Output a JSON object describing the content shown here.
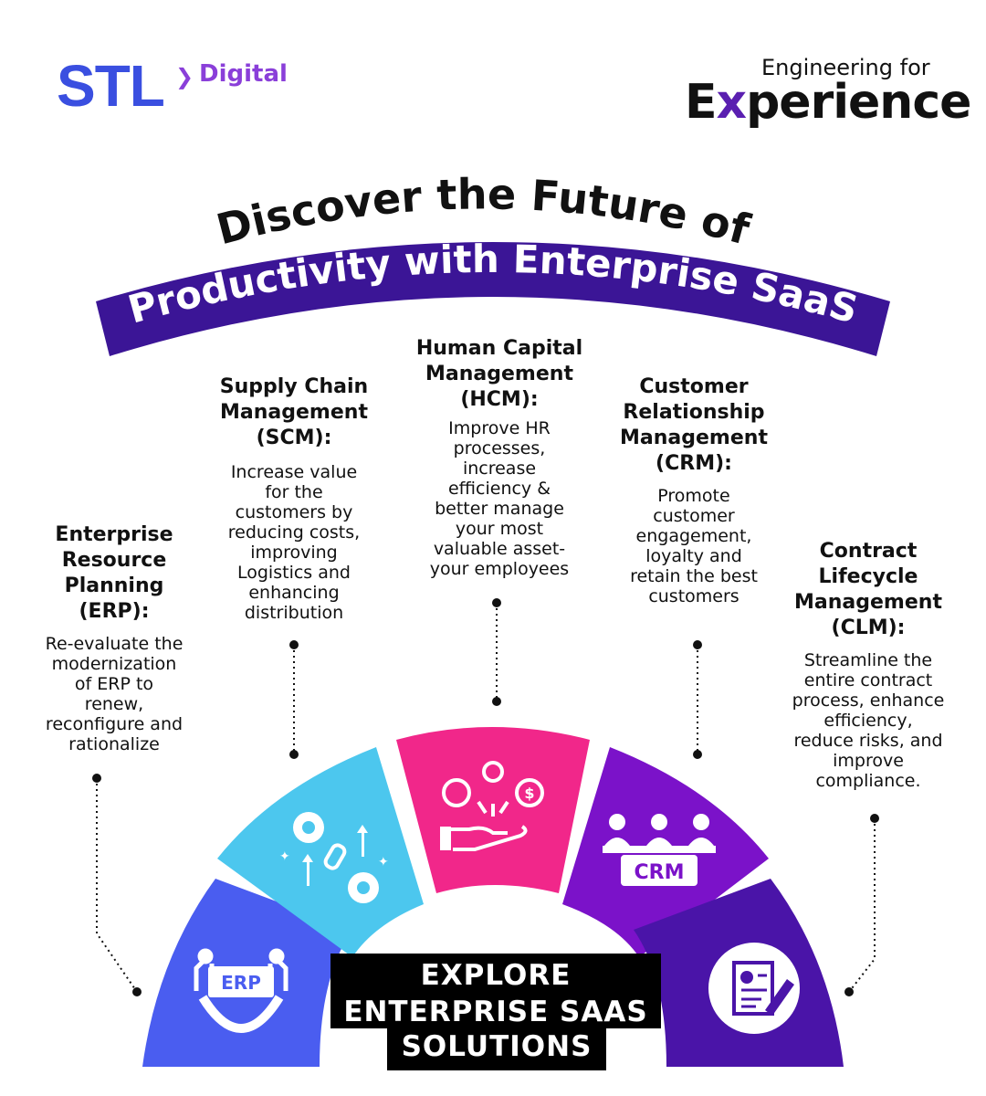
{
  "brand": {
    "logo_main": "STL",
    "logo_sub": "Digital",
    "tagline_top": "Engineering for",
    "tagline_bottom_e": "E",
    "tagline_bottom_x": "x",
    "tagline_bottom_rest": "perience"
  },
  "headline": {
    "line1": "Discover the Future of",
    "line2": "Productivity with Enterprise SaaS"
  },
  "sections": [
    {
      "title": [
        "Enterprise",
        "Resource",
        "Planning",
        "(ERP):"
      ],
      "desc": [
        "Re-evaluate the",
        "modernization",
        "of ERP to",
        "renew,",
        "reconfigure and",
        "rationalize"
      ],
      "icon_label": "ERP",
      "icon": "erp-gear-chip-icon",
      "color": "#4a5df0"
    },
    {
      "title": [
        "Supply Chain",
        "Management",
        "(SCM):"
      ],
      "desc": [
        "Increase value",
        "for the",
        "customers by",
        "reducing costs,",
        "improving",
        "Logistics and",
        "enhancing",
        "distribution"
      ],
      "icon": "gears-chain-icon",
      "color": "#4cc7ee"
    },
    {
      "title": [
        "Human Capital",
        "Management",
        "(HCM):"
      ],
      "desc": [
        "Improve HR",
        "processes,",
        "increase",
        "efficiency &",
        "better manage",
        "your most",
        "valuable asset-",
        "your employees"
      ],
      "icon": "hand-people-dollar-icon",
      "color": "#f1278a"
    },
    {
      "title": [
        "Customer",
        "Relationship",
        "Management",
        "(CRM):"
      ],
      "desc": [
        "Promote",
        "customer",
        "engagement,",
        "loyalty and",
        "retain the best",
        "customers"
      ],
      "icon_label": "CRM",
      "icon": "crm-people-icon",
      "color": "#7b12c9"
    },
    {
      "title": [
        "Contract",
        "Lifecycle",
        "Management",
        "(CLM):"
      ],
      "desc": [
        "Streamline the",
        "entire contract",
        "process, enhance",
        "efficiency,",
        "reduce risks, and",
        "improve",
        "compliance."
      ],
      "icon": "contract-document-icon",
      "color": "#4a14a8"
    }
  ],
  "center": {
    "line1": "EXPLORE",
    "line2": "ENTERPRISE SAAS",
    "line3": "SOLUTIONS"
  }
}
